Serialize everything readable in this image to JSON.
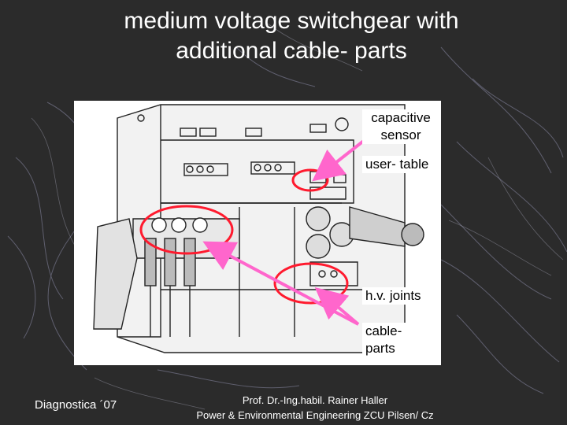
{
  "slide": {
    "title_line1": "medium voltage switchgear with",
    "title_line2": "additional cable- parts",
    "labels": {
      "capacitive_sensor_line1": "capacitive",
      "capacitive_sensor_line2": "sensor",
      "user_table": "user- table",
      "hv_joints": "h.v. joints",
      "cable_parts_line1": "cable-",
      "cable_parts_line2": "parts"
    },
    "footer_left": "Diagnostica ´07",
    "footer_right_line1": "Prof. Dr.-Ing.habil. Rainer Haller",
    "footer_right_line2": "Power & Environmental Engineering  ZCU Pilsen/ Cz",
    "colors": {
      "background": "#2b2b2b",
      "text": "#ffffff",
      "annotation": "#ff1a2e",
      "arrow": "#ff66cc"
    }
  }
}
